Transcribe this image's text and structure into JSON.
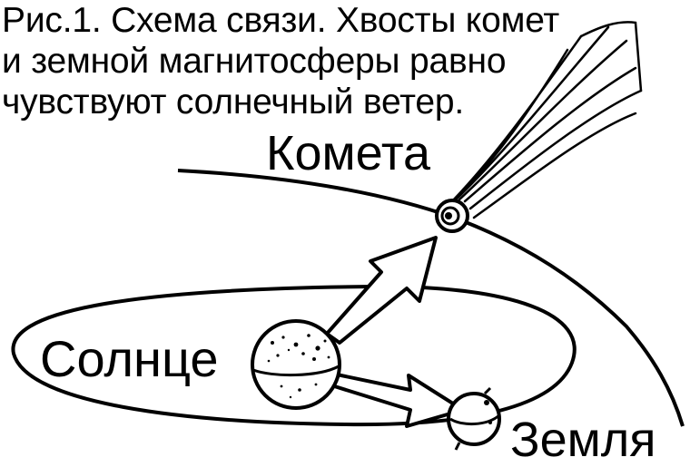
{
  "caption": {
    "line1": "Рис.1. Схема связи. Хвосты комет",
    "line2": "и земной магнитосферы равно",
    "line3": "чувствуют солнечный ветер."
  },
  "labels": {
    "comet": "Комета",
    "sun": "Солнце",
    "earth": "Земля"
  },
  "colors": {
    "ink": "#000000",
    "paper": "#ffffff"
  }
}
